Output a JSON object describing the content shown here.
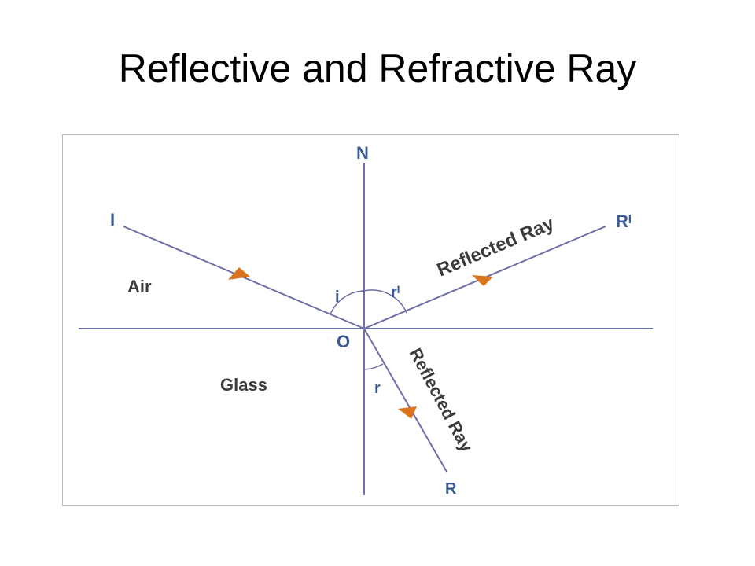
{
  "slide": {
    "title": "Reflective and Refractive Ray"
  },
  "diagram": {
    "labels": {
      "normal": "N",
      "incident_point": "I",
      "reflected_point": "Rᴵ",
      "refracted_point": "R",
      "origin": "O",
      "angle_incidence": "i",
      "angle_reflection": "rᴵ",
      "angle_refraction": "r",
      "medium_top": "Air",
      "medium_bottom": "Glass",
      "reflected_ray_label": "Reflected Ray",
      "refracted_ray_label": "Reflected Ray"
    },
    "colors": {
      "line": "#6d6fa8",
      "arrow": "#d9741c",
      "label_blue": "#3a5a94",
      "label_dark": "#3c3c3c",
      "frame": "#b8b8b8"
    }
  }
}
